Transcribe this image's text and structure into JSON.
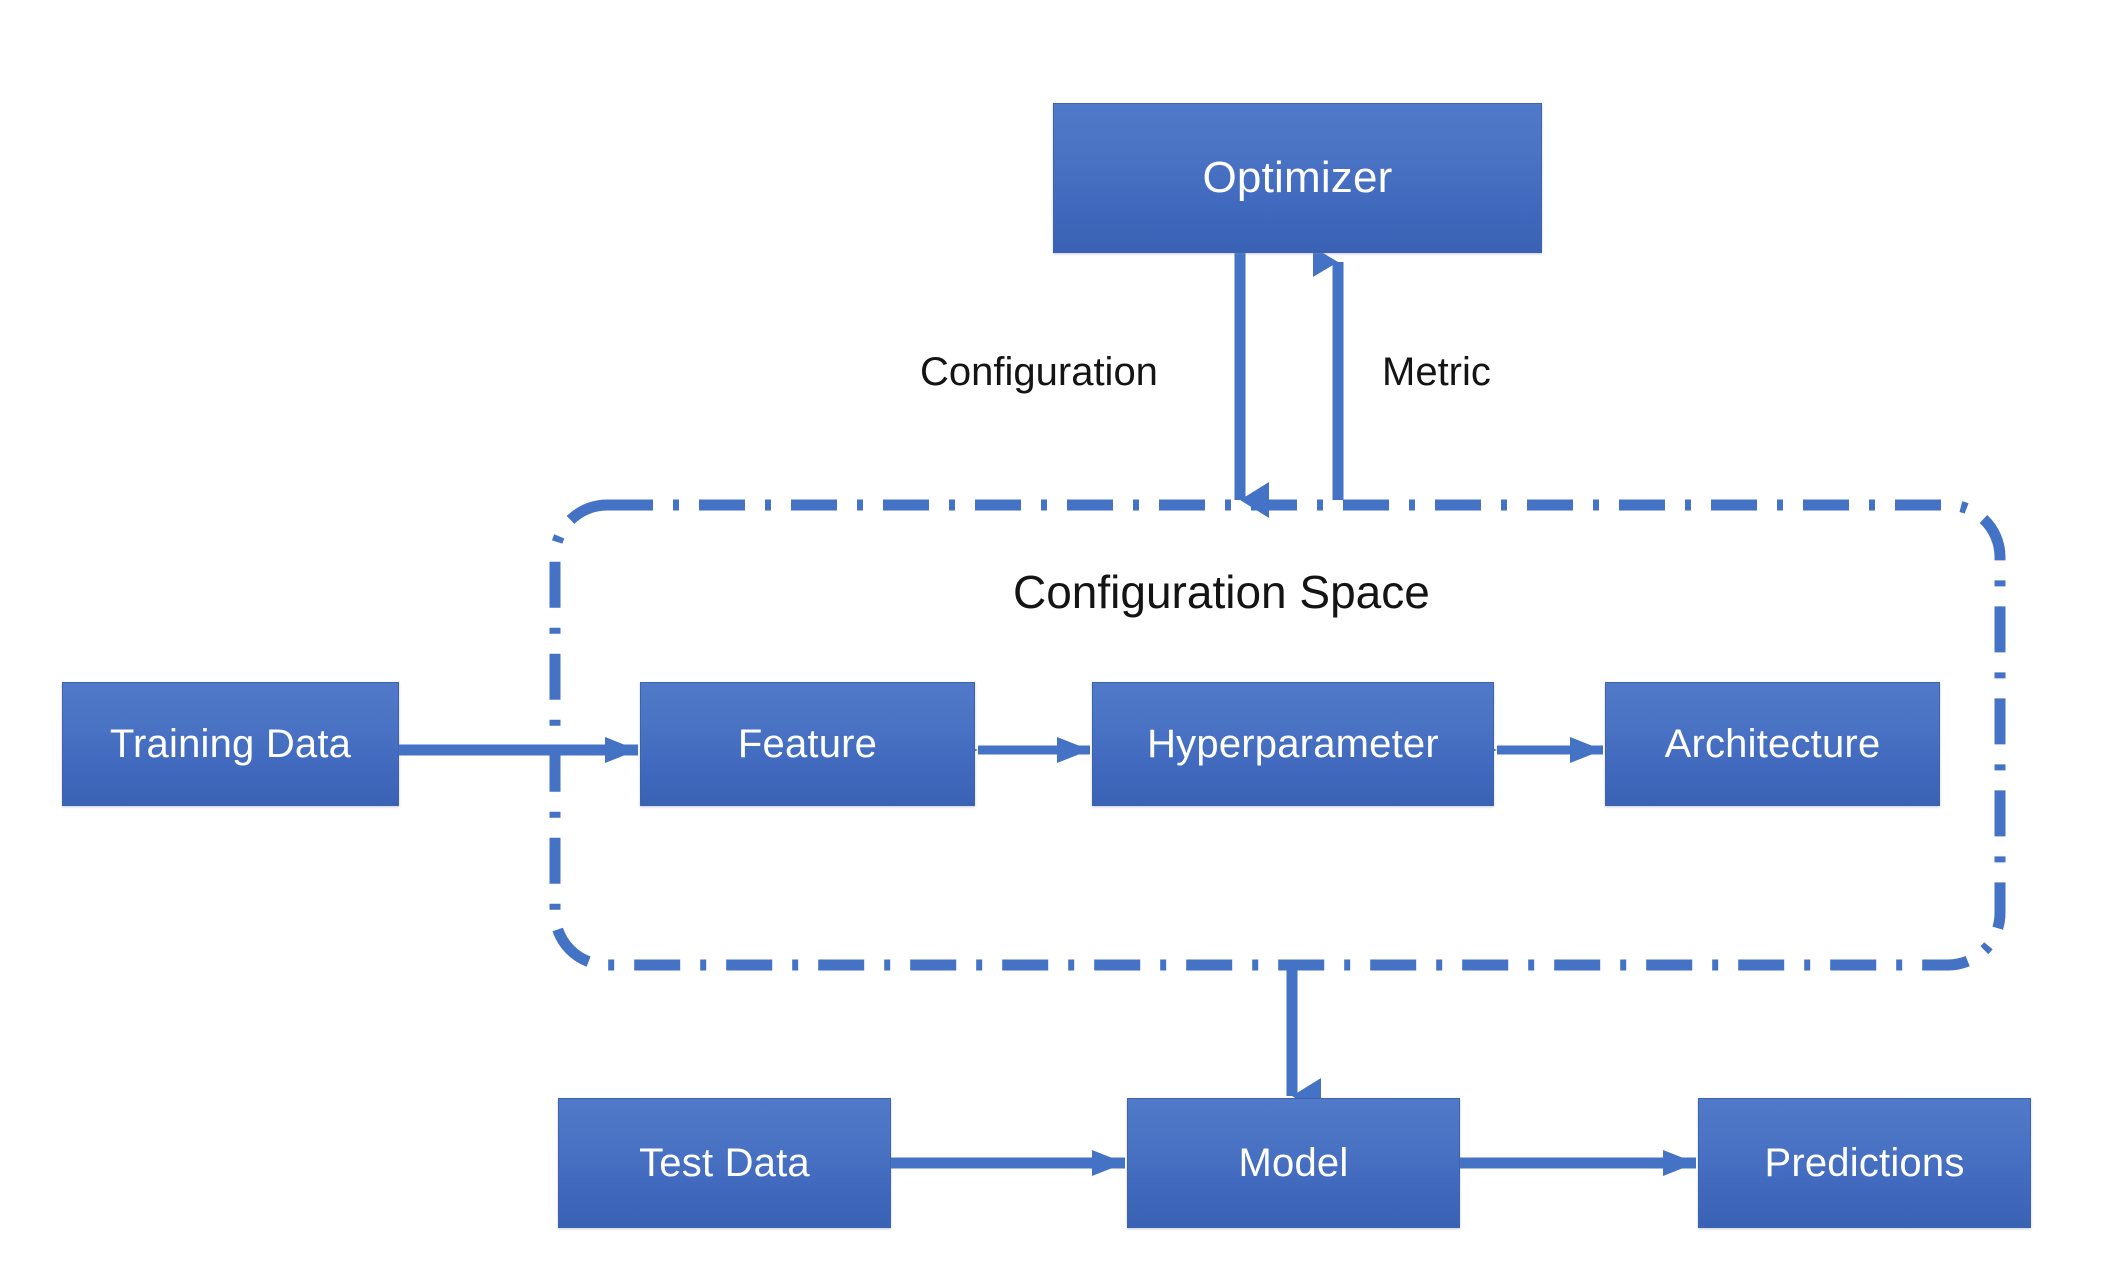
{
  "diagram": {
    "title": "Configuration Space",
    "background_color": "#ffffff",
    "node_fill_top": "#5179c8",
    "node_fill_bottom": "#3a62b4",
    "node_text_color": "#ffffff",
    "connector_color": "#4472c4",
    "container_border_color": "#4472c4",
    "label_text_color": "#141414"
  },
  "nodes": {
    "optimizer": {
      "label": "Optimizer"
    },
    "training_data": {
      "label": "Training Data"
    },
    "feature": {
      "label": "Feature"
    },
    "hyperparameter": {
      "label": "Hyperparameter"
    },
    "architecture": {
      "label": "Architecture"
    },
    "test_data": {
      "label": "Test Data"
    },
    "model": {
      "label": "Model"
    },
    "predictions": {
      "label": "Predictions"
    }
  },
  "container": {
    "label": "Configuration Space",
    "border_style": "dash-dot-rounded"
  },
  "edges": [
    {
      "id": "optimizer-to-space",
      "from": "Optimizer",
      "to": "Configuration Space",
      "label": "Configuration",
      "direction": "down",
      "arrowheads": 1
    },
    {
      "id": "space-to-optimizer",
      "from": "Configuration Space",
      "to": "Optimizer",
      "label": "Metric",
      "direction": "up",
      "arrowheads": 1
    },
    {
      "id": "training-to-feature",
      "from": "Training Data",
      "to": "Feature",
      "label": "",
      "direction": "right",
      "arrowheads": 1
    },
    {
      "id": "feature-hyperparameter",
      "from": "Feature",
      "to": "Hyperparameter",
      "label": "",
      "direction": "both",
      "arrowheads": 2
    },
    {
      "id": "hyperparameter-architecture",
      "from": "Hyperparameter",
      "to": "Architecture",
      "label": "",
      "direction": "both",
      "arrowheads": 2
    },
    {
      "id": "space-to-model",
      "from": "Configuration Space",
      "to": "Model",
      "label": "",
      "direction": "down",
      "arrowheads": 1
    },
    {
      "id": "test-to-model",
      "from": "Test Data",
      "to": "Model",
      "label": "",
      "direction": "right",
      "arrowheads": 1
    },
    {
      "id": "model-to-predictions",
      "from": "Model",
      "to": "Predictions",
      "label": "",
      "direction": "right",
      "arrowheads": 1
    }
  ],
  "edge_labels": {
    "configuration": "Configuration",
    "metric": "Metric"
  }
}
